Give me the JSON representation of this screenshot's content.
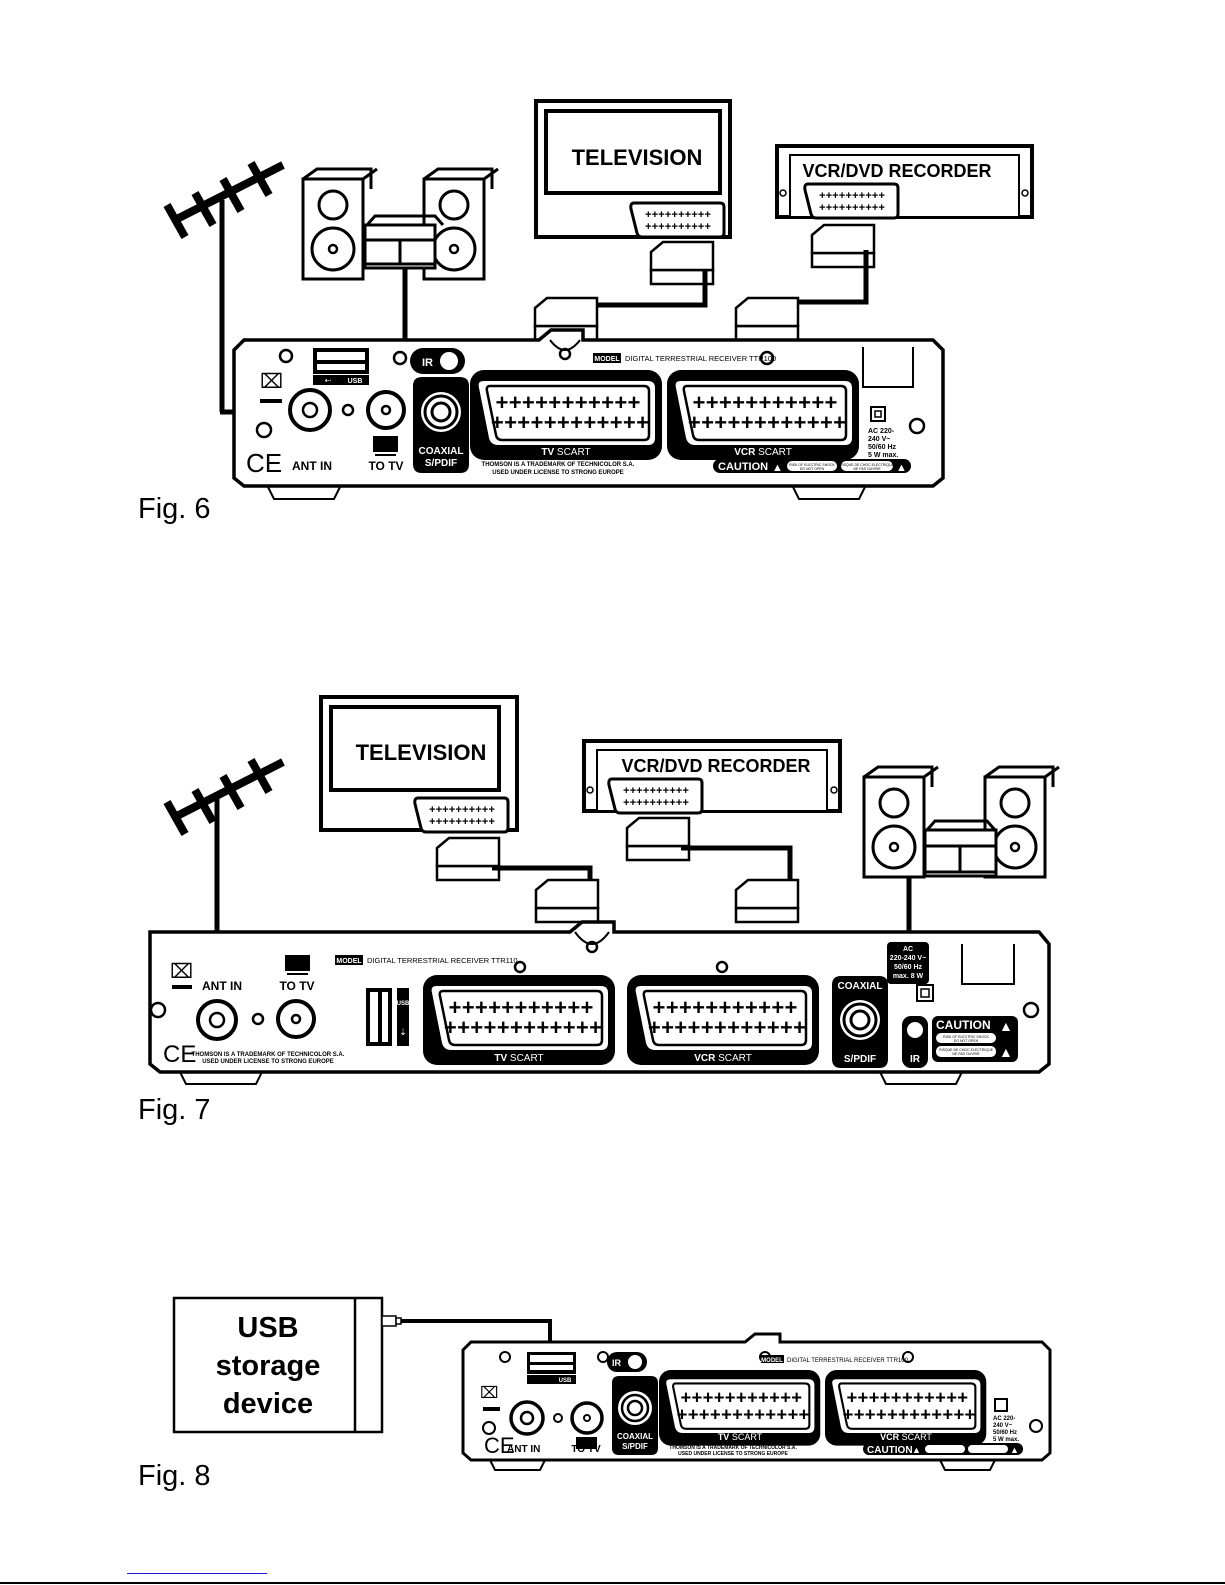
{
  "figures": [
    {
      "label": "Fig. 6",
      "devices": {
        "television": "TELEVISION",
        "recorder": "VCR/DVD RECORDER"
      },
      "receiver": {
        "model_badge": "MODEL",
        "model_text": "DIGITAL TERRESTRIAL RECEIVER TTR100",
        "ir": "IR",
        "usb": "USB",
        "ant_in": "ANT IN",
        "to_tv": "TO TV",
        "coaxial": "COAXIAL",
        "spdif": "S/PDIF",
        "tv_scart_bold": "TV",
        "tv_scart_rest": " SCART",
        "vcr_scart_bold": "VCR",
        "vcr_scart_rest": " SCART",
        "trademark_1": "THOMSON IS A TRADEMARK OF TECHNICOLOR S.A.",
        "trademark_2": "USED UNDER LICENSE TO STRONG EUROPE",
        "power_1": "AC 220-",
        "power_2": "240 V~",
        "power_3": "50/60 Hz",
        "power_4": "5 W max.",
        "caution": "CAUTION",
        "warn_en_1": "RISK OF ELECTRIC SHOCK",
        "warn_en_2": "DO NOT OPEN",
        "warn_fr_1": "RISQUE DE CHOC ELECTRIQUE",
        "warn_fr_2": "NE PAS OUVRIR",
        "ce": "CE"
      }
    },
    {
      "label": "Fig. 7",
      "devices": {
        "television": "TELEVISION",
        "recorder": "VCR/DVD RECORDER"
      },
      "receiver": {
        "model_badge": "MODEL",
        "model_text": "DIGITAL TERRESTRIAL RECEIVER TTR110",
        "ir": "IR",
        "usb": "USB",
        "ant_in": "ANT IN",
        "to_tv": "TO TV",
        "coaxial": "COAXIAL",
        "spdif": "S/PDIF",
        "tv_scart_bold": "TV",
        "tv_scart_rest": " SCART",
        "vcr_scart_bold": "VCR",
        "vcr_scart_rest": " SCART",
        "trademark_1": "THOMSON IS A TRADEMARK OF TECHNICOLOR S.A.",
        "trademark_2": "USED UNDER LICENSE TO STRONG EUROPE",
        "power_1": "AC",
        "power_2": "220-240 V~",
        "power_3": "50/60 Hz",
        "power_4": "max. 8 W",
        "caution": "CAUTION",
        "warn_en_1": "RISK OF ELECTRIC SHOCK",
        "warn_en_2": "DO NOT OPEN",
        "warn_fr_1": "RISQUE DE CHOC ELECTRIQUE",
        "warn_fr_2": "NE PAS OUVRIR",
        "ce": "CE"
      }
    },
    {
      "label": "Fig. 8",
      "devices": {
        "usb_line_1": "USB",
        "usb_line_2": "storage",
        "usb_line_3": "device"
      },
      "receiver": {
        "model_badge": "MODEL",
        "model_text": "DIGITAL TERRESTRIAL RECEIVER TTR100",
        "ir": "IR",
        "usb": "USB",
        "ant_in": "ANT IN",
        "to_tv": "TO TV",
        "coaxial": "COAXIAL",
        "spdif": "S/PDIF",
        "tv_scart_bold": "TV",
        "tv_scart_rest": " SCART",
        "vcr_scart_bold": "VCR",
        "vcr_scart_rest": " SCART",
        "trademark_1": "THOMSON IS A TRADEMARK OF TECHNICOLOR S.A.",
        "trademark_2": "USED UNDER LICENSE TO STRONG EUROPE",
        "power_1": "AC 220-",
        "power_2": "240 V~",
        "power_3": "50/60 Hz",
        "power_4": "5 W max.",
        "caution": "CAUTION",
        "ce": "CE"
      }
    }
  ],
  "colors": {
    "ink": "#000000",
    "paper": "#ffffff",
    "link": "#1a1ad6"
  }
}
